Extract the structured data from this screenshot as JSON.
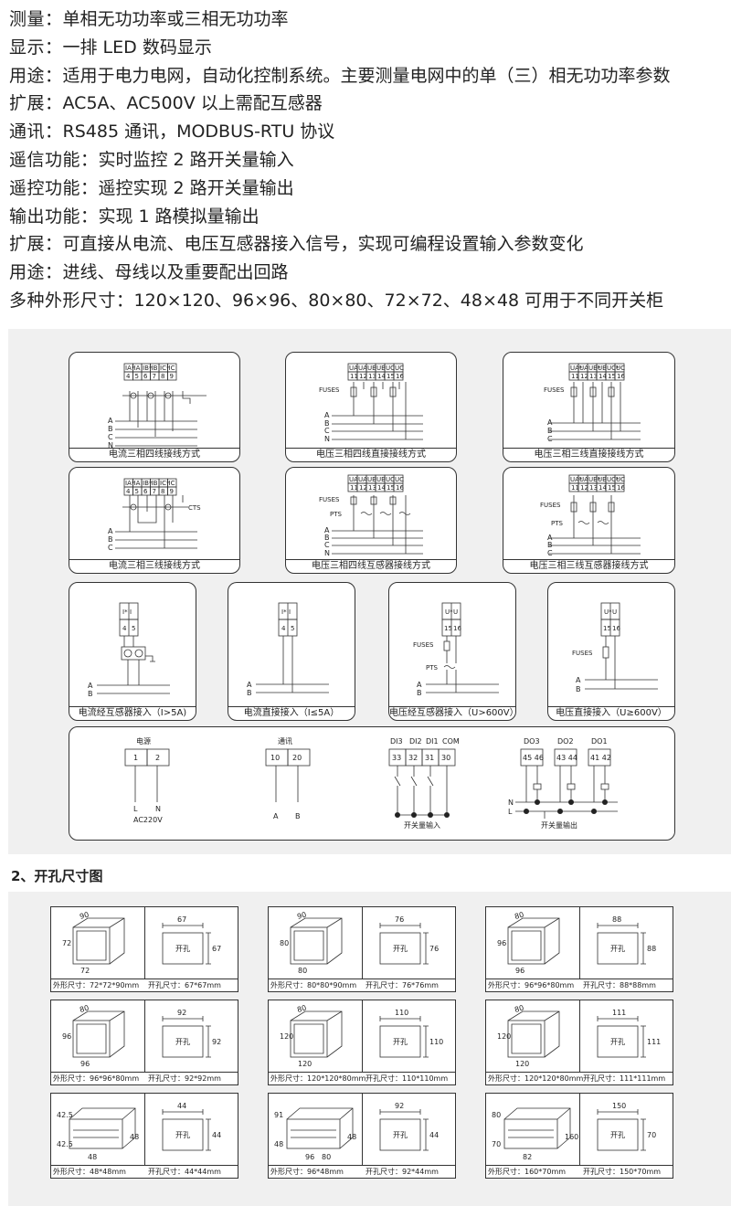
{
  "specs": [
    {
      "label": "测量：",
      "value": "单相无功功率或三相无功功率"
    },
    {
      "label": "显示：",
      "value": "一排 LED 数码显示"
    },
    {
      "label": "用途：",
      "value": "适用于电力电网，自动化控制系统。主要测量电网中的单（三）相无功功率参数"
    },
    {
      "label": "扩展：",
      "value": "AC5A、AC500V 以上需配互感器"
    },
    {
      "label": "通讯：",
      "value": "RS485 通讯，MODBUS-RTU 协议"
    },
    {
      "label": "遥信功能：",
      "value": "实时监控 2 路开关量输入"
    },
    {
      "label": "遥控功能：",
      "value": "遥控实现 2 路开关量输出"
    },
    {
      "label": "输出功能：",
      "value": "实现 1 路模拟量输出"
    },
    {
      "label": "扩展：",
      "value": "可直接从电流、电压互感器接入信号，实现可编程设置输入参数变化"
    },
    {
      "label": "用途：",
      "value": "进线、母线以及重要配出回路"
    },
    {
      "label": "多种外形尺寸：",
      "value": "120×120、96×96、80×80、72×72、48×48 可用于不同开关柜"
    }
  ],
  "wiring": {
    "captions": [
      "电流三相四线接线方式",
      "电压三相四线直接接线方式",
      "电压三相三线直接接线方式",
      "电流三相三线接线方式",
      "电压三相四线互感器接线方式",
      "电压三相三线互感器接线方式",
      "电流经互感器接入（I>5A)",
      "电流直接接入（I≤5A）",
      "电压经互感器接入（U>600V）",
      "电压直接接入（U≥600V）"
    ],
    "current_terms": {
      "labels": [
        "IA*",
        "IA",
        "IB*",
        "IB",
        "IC*",
        "IC"
      ],
      "nums": [
        "4",
        "5",
        "6",
        "7",
        "8",
        "9"
      ]
    },
    "current3_terms": {
      "labels": [
        "IA*",
        "IA",
        "IB*",
        "IB",
        "IC*",
        "IC"
      ],
      "nums": [
        "4",
        "5",
        "6",
        "7",
        "8",
        "9"
      ]
    },
    "volt4_terms": {
      "labels": [
        "UA",
        "UA",
        "UB",
        "UB",
        "UC",
        "UC"
      ],
      "nums": [
        "11",
        "12",
        "13",
        "14",
        "15",
        "16"
      ]
    },
    "volt3_terms": {
      "labels": [
        "UA*",
        "UA",
        "UB*",
        "UB",
        "UC*",
        "UC"
      ],
      "nums": [
        "11",
        "12",
        "13",
        "14",
        "15",
        "16"
      ]
    },
    "lines4": [
      "A",
      "B",
      "C",
      "N"
    ],
    "lines3": [
      "A",
      "B",
      "C"
    ],
    "lines2": [
      "A",
      "B"
    ],
    "fuses": "FUSES",
    "pts": "PTS",
    "cts": "CTS",
    "single_current": {
      "labels": [
        "I*",
        "I"
      ],
      "nums": [
        "4",
        "5"
      ]
    },
    "single_voltage": {
      "labels": [
        "U*",
        "U"
      ],
      "nums": [
        "15",
        "16"
      ]
    },
    "power": {
      "title": "电源",
      "nums": [
        "1",
        "2"
      ],
      "wires": [
        "L",
        "N"
      ],
      "note": "AC220V"
    },
    "comm": {
      "title": "通讯",
      "nums": [
        "10",
        "20"
      ],
      "wires": [
        "A",
        "B"
      ]
    },
    "di": {
      "labels": [
        "DI3",
        "DI2",
        "DI1",
        "COM"
      ],
      "nums": [
        "33",
        "32",
        "31",
        "30"
      ],
      "caption": "开关量输入"
    },
    "do": {
      "labels": [
        "DO3",
        "DO2",
        "DO1"
      ],
      "nums": [
        "45 46",
        "43 44",
        "41 42"
      ],
      "lines": [
        "N",
        "L"
      ],
      "caption": "开关量输出"
    }
  },
  "section2_title": "2、开孔尺寸图",
  "cutouts": [
    {
      "box": [
        "90",
        "72",
        "72"
      ],
      "hole": [
        "67",
        "67"
      ],
      "outer": "外形尺寸：72*72*90mm",
      "inner": "开孔尺寸：67*67mm"
    },
    {
      "box": [
        "90",
        "80",
        "80"
      ],
      "hole": [
        "76",
        "76"
      ],
      "outer": "外形尺寸：80*80*90mm",
      "inner": "开孔尺寸：76*76mm"
    },
    {
      "box": [
        "80",
        "96",
        "96"
      ],
      "hole": [
        "88",
        "88"
      ],
      "outer": "外形尺寸：96*96*80mm",
      "inner": "开孔尺寸：88*88mm"
    },
    {
      "box": [
        "80",
        "96",
        "96"
      ],
      "hole": [
        "92",
        "92"
      ],
      "outer": "外形尺寸：96*96*80mm",
      "inner": "开孔尺寸：92*92mm"
    },
    {
      "box": [
        "80",
        "120",
        "120"
      ],
      "hole": [
        "110",
        "110"
      ],
      "outer": "外形尺寸：120*120*80mm",
      "inner": "开孔尺寸：110*110mm"
    },
    {
      "box": [
        "80",
        "120",
        "120"
      ],
      "hole": [
        "111",
        "111"
      ],
      "outer": "外形尺寸：120*120*80mm",
      "inner": "开孔尺寸：111*111mm"
    },
    {
      "box": [
        "42.5",
        "42.5",
        "48",
        "48"
      ],
      "hole": [
        "44",
        "44"
      ],
      "outer": "外形尺寸：48*48mm",
      "inner": "开孔尺寸：44*44mm"
    },
    {
      "box": [
        "91",
        "48",
        "48",
        "96",
        "80"
      ],
      "hole": [
        "92",
        "44"
      ],
      "outer": "外形尺寸：96*48mm",
      "inner": "开孔尺寸：92*44mm"
    },
    {
      "box": [
        "80",
        "70",
        "160",
        "82"
      ],
      "hole": [
        "150",
        "70"
      ],
      "outer": "外形尺寸：160*70mm",
      "inner": "开孔尺寸：150*70mm"
    }
  ],
  "hole_label": "开孔"
}
